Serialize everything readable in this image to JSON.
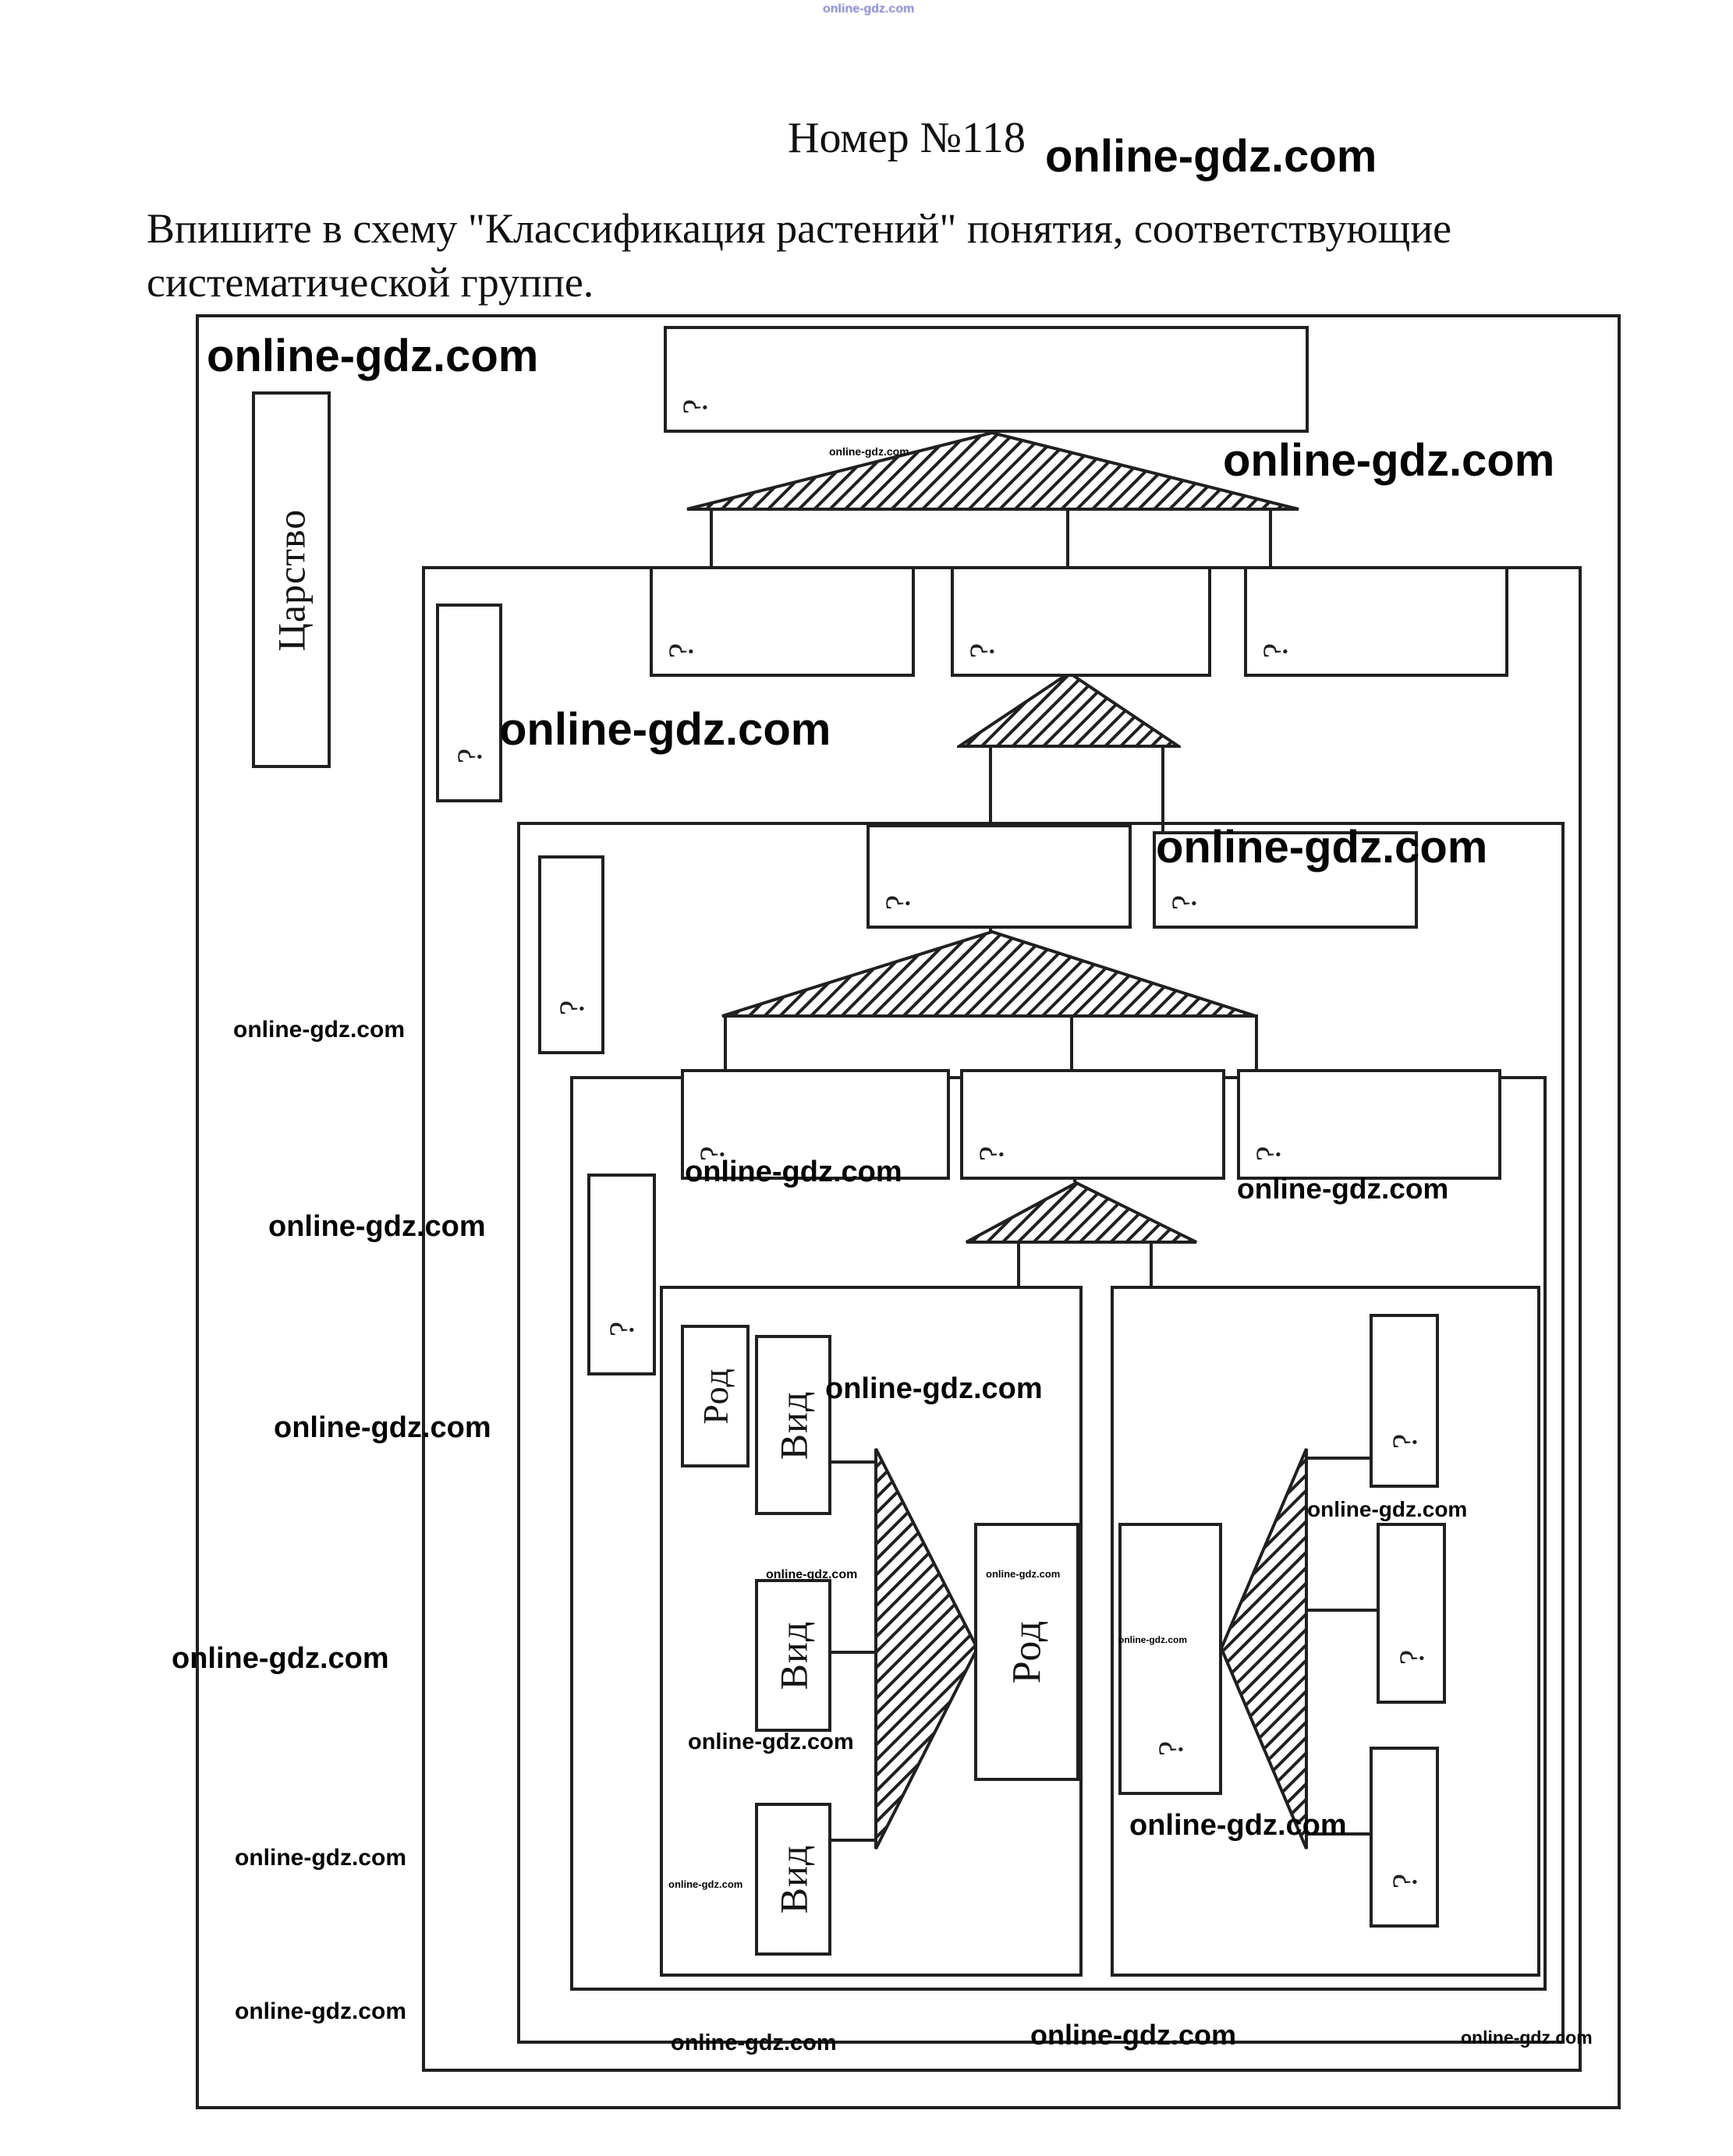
{
  "page": {
    "top_watermark": "online-gdz.com",
    "title": "Номер №118",
    "instruction_line1": "Впишите в схему \"Классификация растений\" понятия, соответствующие",
    "instruction_line2": "систематической группе.",
    "watermark": "online-gdz.com"
  },
  "diagram": {
    "kingdom_label": "Царство",
    "genus_label": "Род",
    "species_label": "Вид",
    "placeholder": "?"
  }
}
